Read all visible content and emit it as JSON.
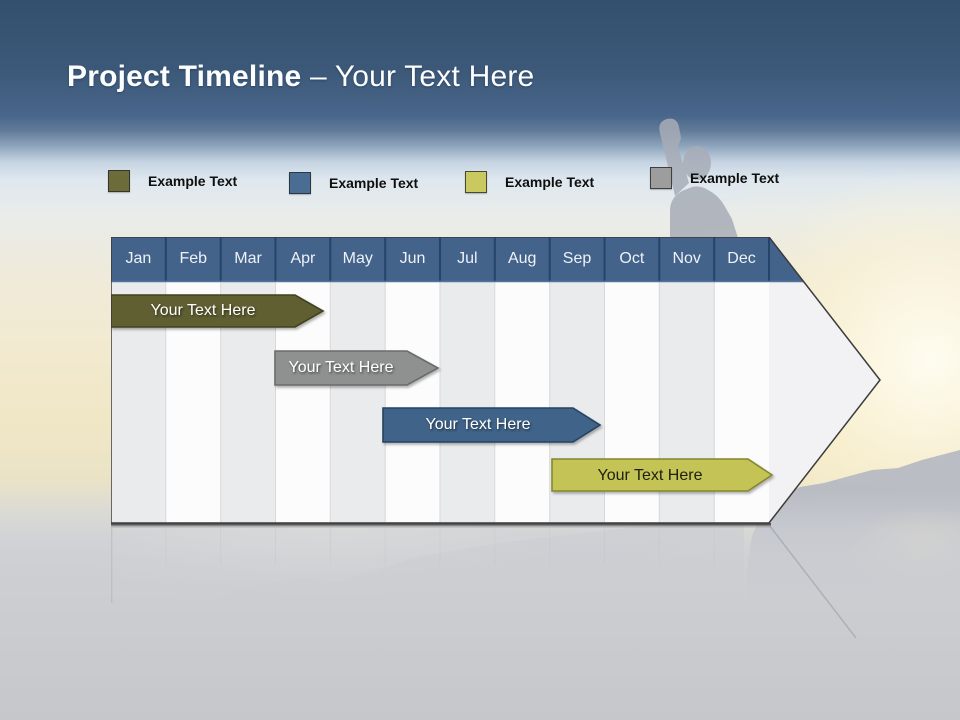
{
  "slide": {
    "title": {
      "bold": "Project Timeline",
      "regular": " – Your Text Here"
    }
  },
  "legend": {
    "items": [
      {
        "label": "Example Text",
        "color": "#6c6c3b"
      },
      {
        "label": "Example Text",
        "color": "#4a6d94"
      },
      {
        "label": "Example Text",
        "color": "#c9c95f"
      },
      {
        "label": "Example Text",
        "color": "#9d9d9d"
      }
    ]
  },
  "timeline": {
    "months": [
      "Jan",
      "Feb",
      "Mar",
      "Apr",
      "May",
      "Jun",
      "Jul",
      "Aug",
      "Sep",
      "Oct",
      "Nov",
      "Dec"
    ],
    "header_color": "#44638a",
    "bars": [
      {
        "label": "Your Text Here",
        "color": "#5e5f33",
        "text_color": "#ffffff",
        "start": "Jan",
        "end": "Apr"
      },
      {
        "label": "Your Text Here",
        "color": "#8f9090",
        "text_color": "#ffffff",
        "start": "Apr",
        "end": "Jun"
      },
      {
        "label": "Your Text Here",
        "color": "#3f6389",
        "text_color": "#ffffff",
        "start": "Jun",
        "end": "Sep"
      },
      {
        "label": "Your Text Here",
        "color": "#c3c356",
        "text_color": "#20200e",
        "start": "Sep",
        "end": "Dec"
      }
    ]
  },
  "chart_data": {
    "type": "bar",
    "subtype": "gantt-timeline",
    "title": "Project Timeline – Your Text Here",
    "categories": [
      "Jan",
      "Feb",
      "Mar",
      "Apr",
      "May",
      "Jun",
      "Jul",
      "Aug",
      "Sep",
      "Oct",
      "Nov",
      "Dec"
    ],
    "series": [
      {
        "name": "Your Text Here",
        "row": 1,
        "start": "Jan",
        "end": "Apr",
        "color": "#5e5f33"
      },
      {
        "name": "Your Text Here",
        "row": 2,
        "start": "Apr",
        "end": "Jun",
        "color": "#8f9090"
      },
      {
        "name": "Your Text Here",
        "row": 3,
        "start": "Jun",
        "end": "Sep",
        "color": "#3f6389"
      },
      {
        "name": "Your Text Here",
        "row": 4,
        "start": "Sep",
        "end": "Dec",
        "color": "#c3c356"
      }
    ],
    "legend_entries": [
      "Example Text",
      "Example Text",
      "Example Text",
      "Example Text"
    ],
    "legend_position": "top",
    "grid": "vertical-month-columns",
    "axis": "months Jan–Dec, no numeric axis"
  }
}
